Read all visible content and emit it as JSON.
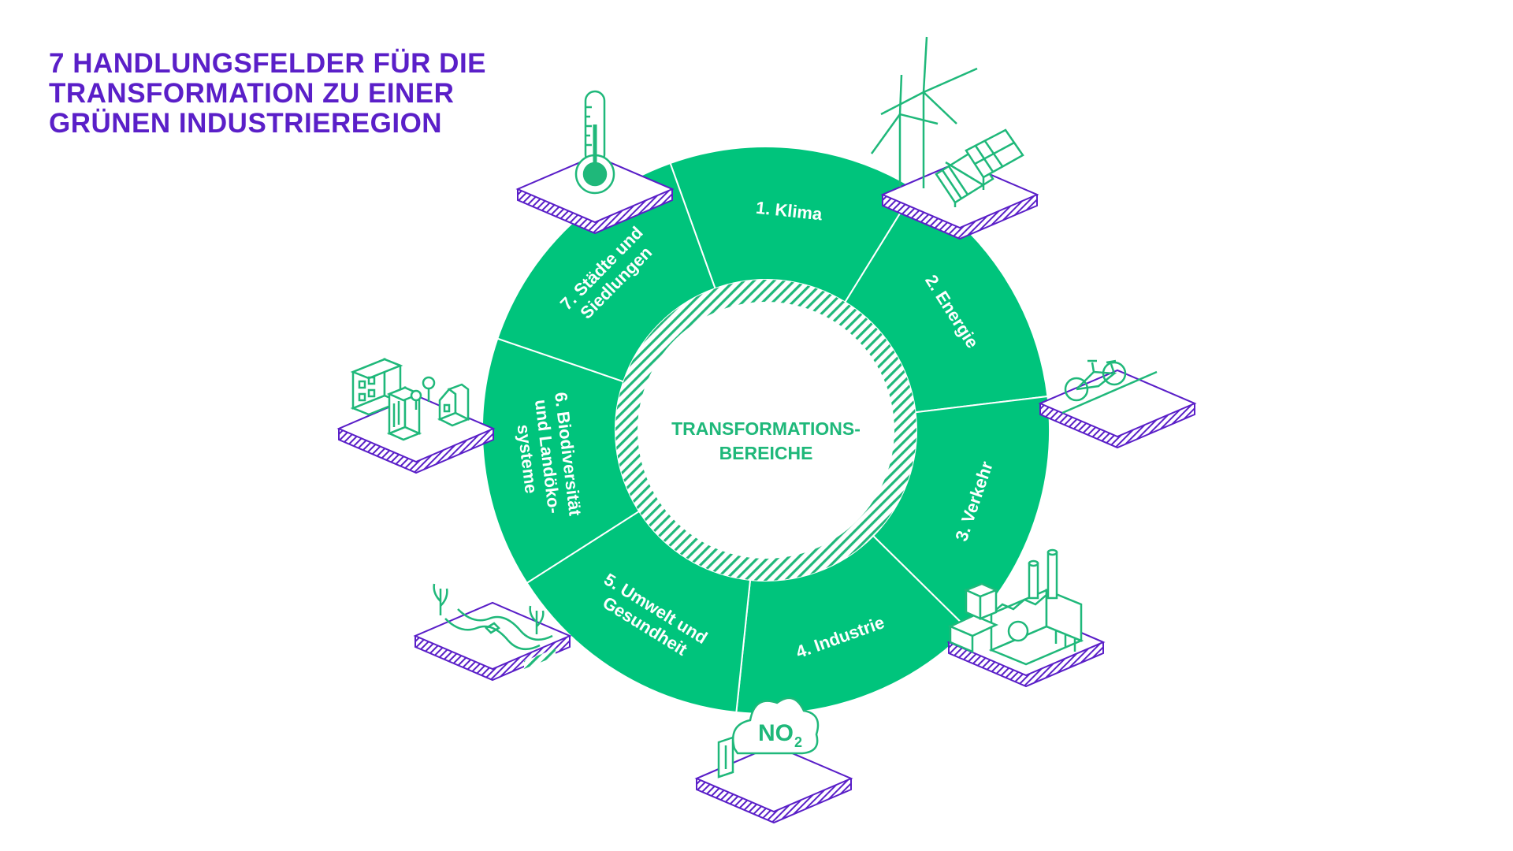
{
  "title_lines": [
    "7 HANDLUNGSFELDER FÜR DIE",
    "TRANSFORMATION ZU EINER",
    "GRÜNEN INDUSTRIEREGION"
  ],
  "center": {
    "line1": "TRANSFORMATIONS-",
    "line2": "BEREICHE"
  },
  "segments": [
    {
      "id": "klima",
      "lines": [
        "1. Klima"
      ],
      "icon": "thermometer-icon"
    },
    {
      "id": "energie",
      "lines": [
        "2. Energie"
      ],
      "icon": "wind-solar-icon"
    },
    {
      "id": "verkehr",
      "lines": [
        "3. Verkehr"
      ],
      "icon": "bicycle-icon"
    },
    {
      "id": "industrie",
      "lines": [
        "4. Industrie"
      ],
      "icon": "factory-icon"
    },
    {
      "id": "umwelt",
      "lines": [
        "5. Umwelt und",
        "Gesundheit"
      ],
      "icon": "no2-cloud-icon"
    },
    {
      "id": "biodiversitaet",
      "lines": [
        "6. Biodiversität",
        "und Landöko-",
        "systeme"
      ],
      "icon": "river-plants-icon"
    },
    {
      "id": "staedte",
      "lines": [
        "7. Städte und",
        "Siedlungen"
      ],
      "icon": "buildings-icon"
    }
  ],
  "colors": {
    "ring_green": "#00c47c",
    "icon_green": "#1fb87a",
    "title_purple": "#5a1fc8",
    "tile_purple": "#5a1fc8"
  }
}
